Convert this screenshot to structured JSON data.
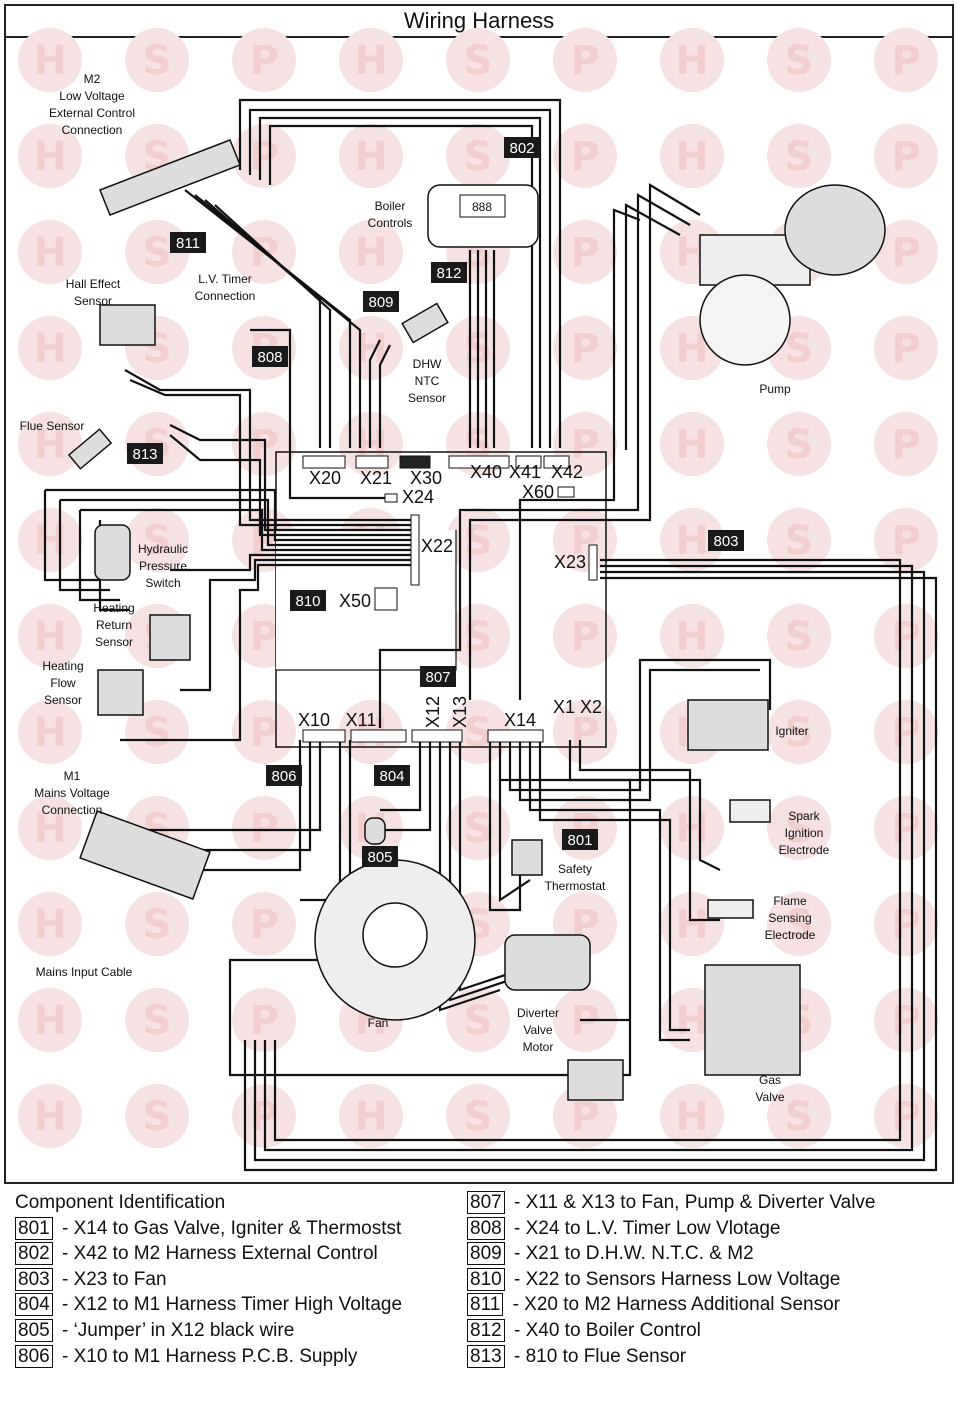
{
  "title": "Wiring Harness",
  "watermark_letters": [
    "H",
    "S",
    "P"
  ],
  "components": {
    "m2": [
      "M2",
      "Low Voltage",
      "External Control",
      "Connection"
    ],
    "boiler_controls": [
      "Boiler",
      "Controls"
    ],
    "hall_effect": [
      "Hall Effect",
      "Sensor"
    ],
    "lv_timer": [
      "L.V. Timer",
      "Connection"
    ],
    "dhw_ntc": [
      "DHW",
      "NTC",
      "Sensor"
    ],
    "pump": "Pump",
    "flue_sensor": "Flue Sensor",
    "hydraulic": [
      "Hydraulic",
      "Pressure",
      "Switch"
    ],
    "heating_return": [
      "Heating",
      "Return",
      "Sensor"
    ],
    "heating_flow": [
      "Heating",
      "Flow",
      "Sensor"
    ],
    "igniter": "Igniter",
    "spark": [
      "Spark",
      "Ignition",
      "Electrode"
    ],
    "flame": [
      "Flame",
      "Sensing",
      "Electrode"
    ],
    "safety": [
      "Safety",
      "Thermostat"
    ],
    "m1": [
      "M1",
      "Mains Voltage",
      "Connection"
    ],
    "mains_input": "Mains Input Cable",
    "fan": "Fan",
    "diverter": [
      "Diverter",
      "Valve",
      "Motor"
    ],
    "gas_valve": [
      "Gas",
      "Valve"
    ]
  },
  "connectors": [
    "X20",
    "X21",
    "X30",
    "X40",
    "X41",
    "X42",
    "X60",
    "X24",
    "X22",
    "X23",
    "X50",
    "X10",
    "X11",
    "X12",
    "X13",
    "X14",
    "X1",
    "X2"
  ],
  "tags": [
    "802",
    "811",
    "812",
    "809",
    "808",
    "813",
    "803",
    "810",
    "807",
    "806",
    "804",
    "805",
    "801"
  ],
  "display_readout": "888",
  "legend": {
    "heading": "Component Identification",
    "left": [
      {
        "code": "801",
        "text": " - X14 to Gas Valve, Igniter & Thermostst"
      },
      {
        "code": "802",
        "text": " - X42 to M2 Harness External Control"
      },
      {
        "code": "803",
        "text": " - X23 to Fan"
      },
      {
        "code": "804",
        "text": " - X12 to M1 Harness Timer High Voltage"
      },
      {
        "code": "805",
        "text": " - ‘Jumper’ in X12 black wire"
      },
      {
        "code": "806",
        "text": " - X10 to M1 Harness P.C.B. Supply"
      }
    ],
    "right": [
      {
        "code": "807",
        "text": " - X11 & X13 to Fan, Pump & Diverter Valve"
      },
      {
        "code": "808",
        "text": " - X24 to L.V. Timer Low Vlotage"
      },
      {
        "code": "809",
        "text": " - X21 to D.H.W. N.T.C. & M2"
      },
      {
        "code": "810",
        "text": " - X22 to Sensors Harness Low Voltage"
      },
      {
        "code": "811",
        "text": " - X20 to M2 Harness Additional Sensor"
      },
      {
        "code": "812",
        "text": " - X40 to Boiler Control"
      },
      {
        "code": "813",
        "text": " - 810 to Flue Sensor"
      }
    ]
  }
}
